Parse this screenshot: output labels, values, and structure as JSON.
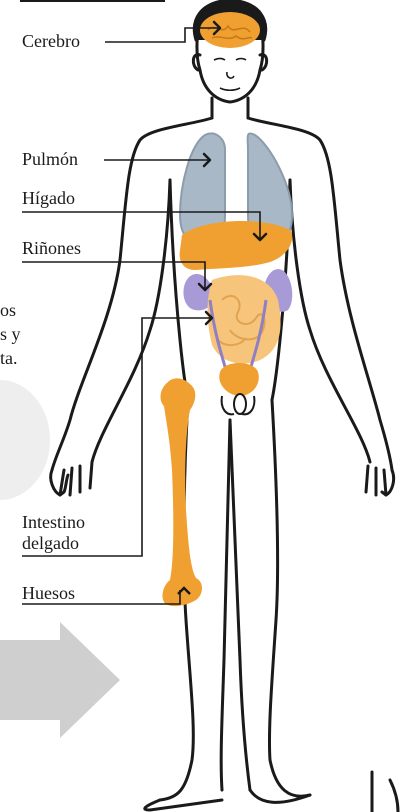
{
  "labels": {
    "cerebro": "Cerebro",
    "pulmon": "Pulmón",
    "higado": "Hígado",
    "rinones": "Riñones",
    "intestino_line1": "Intestino",
    "intestino_line2": "delgado",
    "huesos": "Huesos"
  },
  "cut_text": {
    "line1": "os",
    "line2": "s y",
    "line3": "ta."
  },
  "colors": {
    "organ_orange": "#f0a030",
    "intestine_light": "#f6c47a",
    "lung_blue": "#a9b8c6",
    "kidney_purple": "#a89ad6",
    "outline": "#1a1a1a",
    "arrow_gray": "#d0d0d0"
  }
}
